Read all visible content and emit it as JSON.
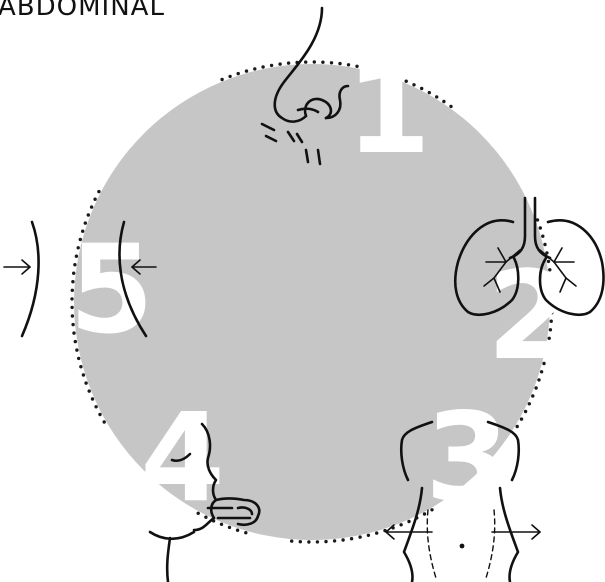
{
  "heading": "ABDOMINAL",
  "colors": {
    "circle_fill": "#c6c6c6",
    "dots": "#1a1a1a",
    "ink": "#111111",
    "numbers": "#ffffff"
  },
  "steps": [
    {
      "number": "1",
      "icon": "nose-inhale-icon"
    },
    {
      "number": "2",
      "icon": "lungs-icon"
    },
    {
      "number": "3",
      "icon": "torso-expand-icon"
    },
    {
      "number": "4",
      "icon": "mouth-exhale-icon"
    },
    {
      "number": "5",
      "icon": "waist-contract-icon"
    }
  ]
}
